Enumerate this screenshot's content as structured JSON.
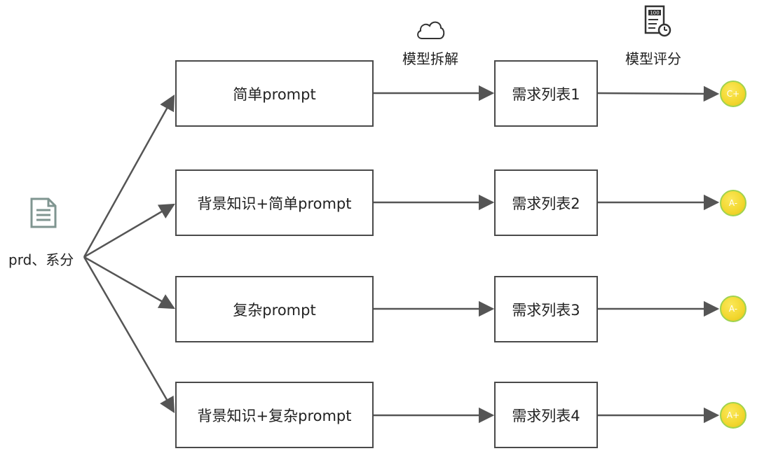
{
  "source": {
    "label": "prd、系分",
    "icon": "document-icon"
  },
  "stage_headers": {
    "decompose": {
      "label": "模型拆解",
      "icon": "cloud-icon"
    },
    "score": {
      "label": "模型评分",
      "icon": "score-sheet-icon"
    }
  },
  "prompts": [
    {
      "label": "简单prompt"
    },
    {
      "label": "背景知识+简单prompt"
    },
    {
      "label": "复杂prompt"
    },
    {
      "label": "背景知识+复杂prompt"
    }
  ],
  "results": [
    {
      "label": "需求列表1",
      "grade": "C+"
    },
    {
      "label": "需求列表2",
      "grade": "A-"
    },
    {
      "label": "需求列表3",
      "grade": "A-"
    },
    {
      "label": "需求列表4",
      "grade": "A+"
    }
  ],
  "colors": {
    "line": "#555555",
    "box_border": "#4a4a4a",
    "grade_fill": "#f2d72e",
    "grade_ring": "#9fd34f",
    "doc_icon": "#7f9590"
  }
}
